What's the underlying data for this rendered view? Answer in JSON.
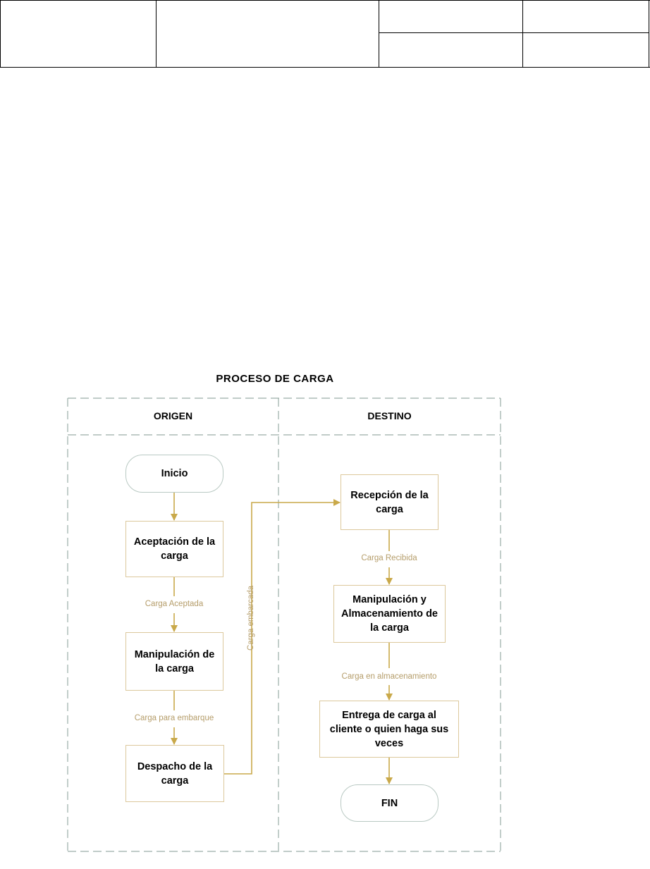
{
  "header": {
    "cells": [
      "",
      "",
      "",
      "",
      "",
      ""
    ]
  },
  "diagram": {
    "title": "PROCESO DE CARGA",
    "lanes": [
      "ORIGEN",
      "DESTINO"
    ],
    "nodes": {
      "inicio": "Inicio",
      "aceptacion": "Aceptación de la carga",
      "manipulacion": "Manipulación de la carga",
      "despacho": "Despacho  de la carga",
      "recepcion": "Recepción de la carga",
      "manip_almac": "Manipulación y Almacenamiento de la carga",
      "entrega": "Entrega de carga al cliente o quien haga sus veces",
      "fin": "FIN"
    },
    "edges": {
      "carga_aceptada": "Carga Aceptada",
      "carga_embarque": "Carga para embarque",
      "carga_embarcada": "Carga embarcada",
      "carga_recibida": "Carga Recibida",
      "carga_almacenamiento": "Carga en almacenamiento"
    },
    "colors": {
      "arrow": "#c9a94a",
      "box_border": "#dcc89c",
      "terminal_border": "#b9c9c3",
      "lane_border": "#9aaea6",
      "edge_label": "#b59d6a"
    }
  }
}
